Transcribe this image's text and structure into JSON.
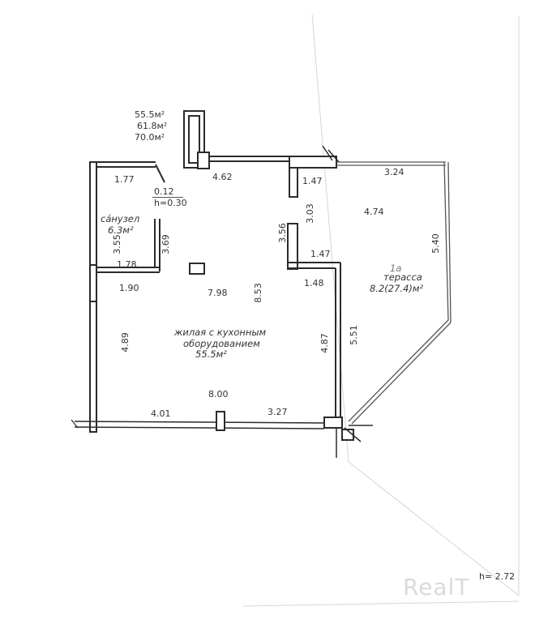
{
  "areas_summary": [
    "55.5м²",
    "61.8м²",
    "70.0м²"
  ],
  "rooms": {
    "bathroom": {
      "name": "сáнузел",
      "area": "6.3м²"
    },
    "living": {
      "name_line1": "жилая с кухонным",
      "name_line2": "оборудованием",
      "area": "55.5м²"
    },
    "terrace": {
      "number": "1а",
      "name": "терасса",
      "area": "8.2(27.4)м²"
    }
  },
  "dimensions": {
    "d_177": "1.77",
    "d_012": "0.12",
    "d_h030": "h=0.30",
    "d_462": "4.62",
    "d_147_top": "1.47",
    "d_324": "3.24",
    "d_303": "3.03",
    "d_356": "3.56",
    "d_474": "4.74",
    "d_540": "5.40",
    "d_355": "3.55",
    "d_369": "3.69",
    "d_178": "1.78",
    "d_147_mid": "1.47",
    "d_148": "1.48",
    "d_190": "1.90",
    "d_798": "7.98",
    "d_853": "8.53",
    "d_489": "4.89",
    "d_487": "4.87",
    "d_551": "5.51",
    "d_800": "8.00",
    "d_401": "4.01",
    "d_327": "3.27"
  },
  "ceiling_height": "h= 2.72",
  "watermark": "RealT",
  "colors": {
    "wall": "#2b2b2b",
    "line": "#555555",
    "paper": "#ffffff"
  }
}
